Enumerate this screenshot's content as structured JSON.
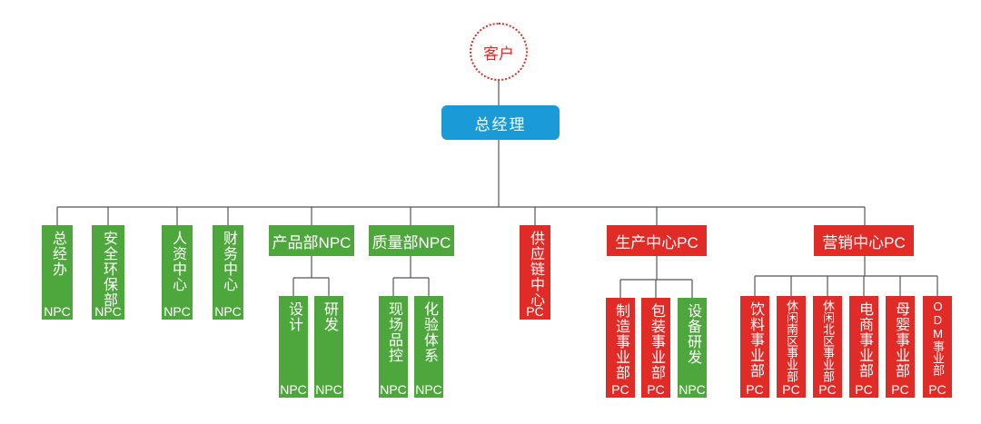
{
  "customer": "客户",
  "ceo": "总经理",
  "top_nodes": [
    {
      "text": "总经办",
      "tag": "NPC"
    },
    {
      "text": "安全环保部",
      "tag": "NPC"
    },
    {
      "text": "人资中心",
      "tag": "NPC"
    },
    {
      "text": "财务中心",
      "tag": "NPC"
    },
    {
      "text": "产品部NPC"
    },
    {
      "text": "质量部NPC"
    },
    {
      "text": "供应链中心",
      "tag": "PC"
    },
    {
      "text": "生产中心PC"
    },
    {
      "text": "营销中心PC"
    }
  ],
  "product_children": [
    {
      "text": "设计",
      "tag": "NPC"
    },
    {
      "text": "研发",
      "tag": "NPC"
    }
  ],
  "quality_children": [
    {
      "text": "现场品控",
      "tag": "NPC"
    },
    {
      "text": "化验体系",
      "tag": "NPC"
    }
  ],
  "production_children": [
    {
      "text": "制造事业部",
      "tag": "PC"
    },
    {
      "text": "包装事业部",
      "tag": "PC"
    },
    {
      "text": "设备研发",
      "tag": "NPC"
    }
  ],
  "marketing_children": [
    {
      "text": "饮料事业部",
      "tag": "PC"
    },
    {
      "text": "休闲南区事业部",
      "tag": "PC"
    },
    {
      "text": "休闲北区事业部",
      "tag": "PC"
    },
    {
      "text": "电商事业部",
      "tag": "PC"
    },
    {
      "text": "母婴事业部",
      "tag": "PC"
    },
    {
      "text": "ODM事业部",
      "tag": "PC"
    }
  ],
  "colors": {
    "npc": "#4ea73c",
    "pc": "#e02b27",
    "ceo": "#1a9ad6",
    "line": "#555555"
  }
}
